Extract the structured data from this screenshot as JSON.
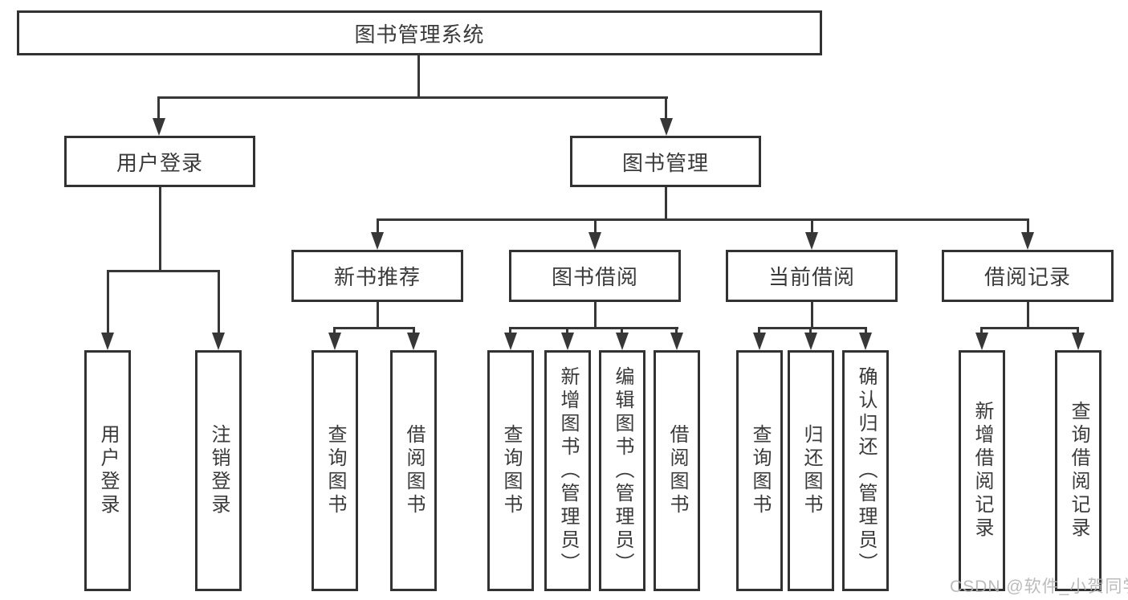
{
  "diagram": {
    "type": "hierarchy-tree",
    "root": {
      "label": "图书管理系统"
    },
    "branches": [
      {
        "label": "用户登录",
        "children": [
          {
            "label": "用户登录"
          },
          {
            "label": "注销登录"
          }
        ]
      },
      {
        "label": "图书管理",
        "children": [
          {
            "label": "新书推荐",
            "children": [
              {
                "label": "查询图书"
              },
              {
                "label": "借阅图书"
              }
            ]
          },
          {
            "label": "图书借阅",
            "children": [
              {
                "label": "查询图书"
              },
              {
                "label": "新增图书（管理员）"
              },
              {
                "label": "编辑图书（管理员）"
              },
              {
                "label": "借阅图书"
              }
            ]
          },
          {
            "label": "当前借阅",
            "children": [
              {
                "label": "查询图书"
              },
              {
                "label": "归还图书"
              },
              {
                "label": "确认归还（管理员）"
              }
            ]
          },
          {
            "label": "借阅记录",
            "children": [
              {
                "label": "新增借阅记录"
              },
              {
                "label": "查询借阅记录"
              }
            ]
          }
        ]
      }
    ]
  },
  "watermark": {
    "text": "CSDN @软件_小贺同学"
  },
  "colors": {
    "background": "#ffffff",
    "line": "#373737",
    "box_border": "#323232",
    "text": "#3a3a3a",
    "watermark": "#b4b4b4"
  }
}
